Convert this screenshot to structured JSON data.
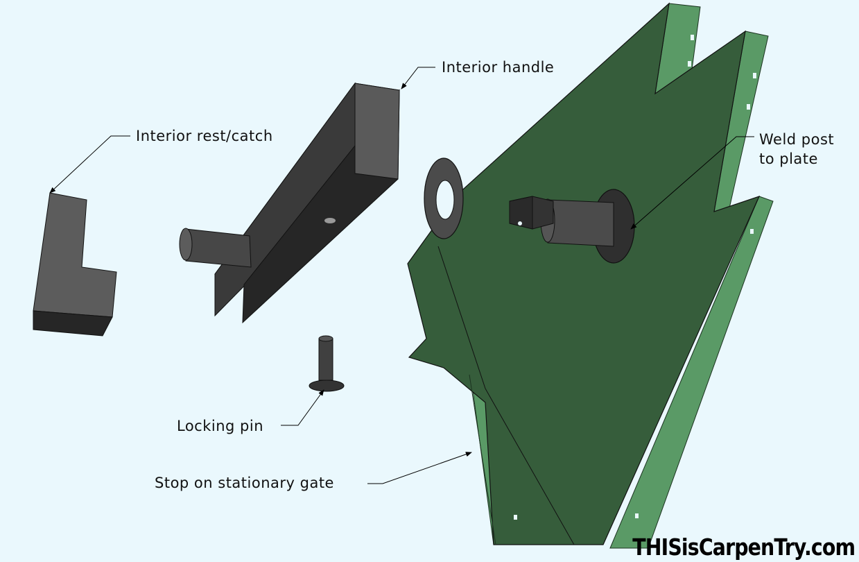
{
  "labels": {
    "interior_handle": "Interior handle",
    "interior_rest_catch": "Interior rest/catch",
    "weld_post_line1": "Weld post",
    "weld_post_line2": "to plate",
    "locking_pin": "Locking pin",
    "stop_on_stationary_gate": "Stop on stationary gate"
  },
  "watermark": "THISisCarpenTry.com",
  "colors": {
    "background": "#eaf8fd",
    "gate_face": "#365d3b",
    "gate_edge": "#5a9a66",
    "hardware_dark": "#2a2a2a",
    "hardware_mid": "#4b4b4b",
    "hardware_light": "#5c5c5c"
  }
}
